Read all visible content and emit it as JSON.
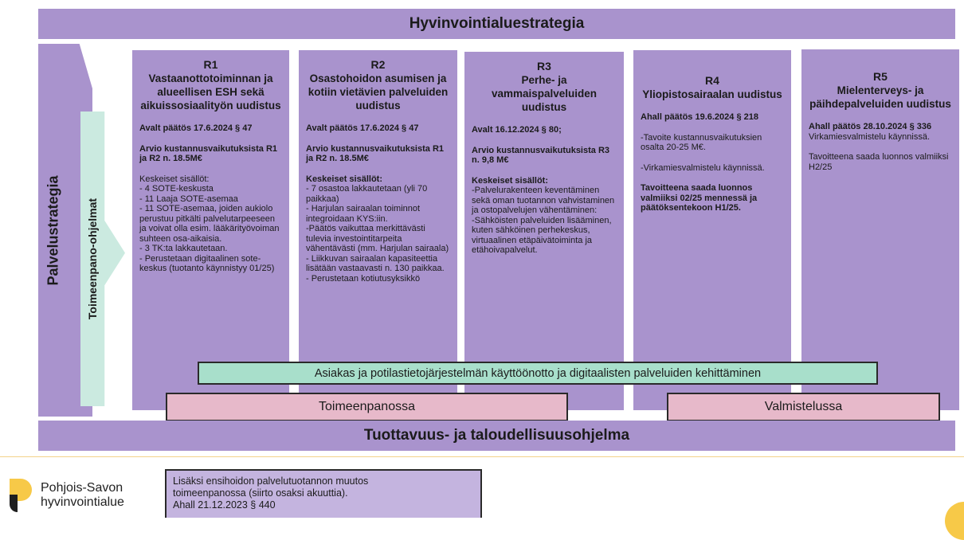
{
  "top_banner": "Hyvinvointialuestrategia",
  "strategy_label": "Palvelustrategia",
  "implementation_label": "Toimeenpano-ohjelmat",
  "columns": [
    {
      "code": "R1",
      "title": "Vastaanottotoiminnan ja alueellisen ESH sekä aikuissosiaalityön uudistus",
      "decision": "Avalt päätös 17.6.2024 § 47",
      "cost": "Arvio kustannusvaikutuksista R1 ja R2 n. 18.5M€",
      "contents_label": "Keskeiset sisällöt:",
      "contents": [
        "- 4 SOTE-keskusta",
        "- 11 Laaja SOTE-asemaa",
        "- 11 SOTE-asemaa, joiden aukiolo perustuu pitkälti palvelutarpeeseen ja voivat olla esim. lääkärityövoiman suhteen osa-aikaisia.",
        "- 3 TK:ta lakkautetaan.",
        "- Perustetaan digitaalinen sote-keskus (tuotanto käynnistyy 01/25)"
      ]
    },
    {
      "code": "R2",
      "title": "Osastohoidon asumisen ja kotiin vietävien palveluiden uudistus",
      "decision": "Avalt päätös 17.6.2024 § 47",
      "cost": "Arvio kustannusvaikutuksista R1 ja R2 n. 18.5M€",
      "contents_label": "Keskeiset sisällöt:",
      "contents": [
        "- 7 osastoa lakkautetaan (yli 70 paikkaa)",
        "- Harjulan sairaalan toiminnot integroidaan KYS:iin.",
        "-Päätös vaikuttaa merkittävästi tulevia investointitarpeita vähentävästi (mm. Harjulan sairaala)",
        "- Liikkuvan sairaalan kapasiteettia lisätään vastaavasti n. 130 paikkaa.",
        "- Perustetaan kotiutusyksikkö"
      ]
    },
    {
      "code": "R3",
      "title": "Perhe- ja vammaispalveluiden uudistus",
      "decision": "Avalt 16.12.2024 § 80;",
      "cost": "Arvio kustannusvaikutuksista R3 n. 9,8 M€",
      "contents_label": "Keskeiset sisällöt:",
      "contents": [
        "-Palvelurakenteen keventäminen sekä oman tuotannon vahvistaminen ja ostopalvelujen vähentäminen:",
        "-Sähköisten palveluiden lisääminen, kuten sähköinen perhekeskus, virtuaalinen etäpäivätoiminta ja etähoivapalvelut."
      ]
    },
    {
      "code": "R4",
      "title": "Yliopistosairaalan uudistus",
      "decision": "Ahall päätös 19.6.2024 § 218",
      "target": "-Tavoite kustannusvaikutuksien osalta 20-25 M€.",
      "status": "-Virkamiesvalmistelu käynnissä.",
      "goal": "Tavoitteena saada luonnos valmiiksi 02/25 mennessä ja päätöksentekoon H1/25."
    },
    {
      "code": "R5",
      "title": "Mielenterveys- ja päihdepalveluiden uudistus",
      "decision": "Ahall päätös 28.10.2024 § 336",
      "status": "Virkamiesvalmistelu käynnissä.",
      "goal": "Tavoitteena saada luonnos valmiiksi H2/25"
    }
  ],
  "digital_bar": "Asiakas ja potilastietojärjestelmän käyttöönotto ja digitaalisten palveluiden kehittäminen",
  "status_in_progress": "Toimeenpanossa",
  "status_preparing": "Valmistelussa",
  "bottom_banner": "Tuottavuus- ja taloudellisuusohjelma",
  "logo": {
    "line1": "Pohjois-Savon",
    "line2": "hyvinvointialue",
    "colors": {
      "yellow": "#f7c948",
      "dark": "#1f1f1f"
    }
  },
  "note": {
    "line1": "Lisäksi ensihoidon palvelutuotannon muutos",
    "line2": "toimeenpanossa (siirto osaksi akuuttia).",
    "line3": "Ahall 21.12.2023 § 440"
  },
  "colors": {
    "purple": "#a993cd",
    "lavender": "#c4b4df",
    "mint": "#cbeae0",
    "green_bar": "#a8dfcb",
    "pink": "#e7b9ca"
  }
}
